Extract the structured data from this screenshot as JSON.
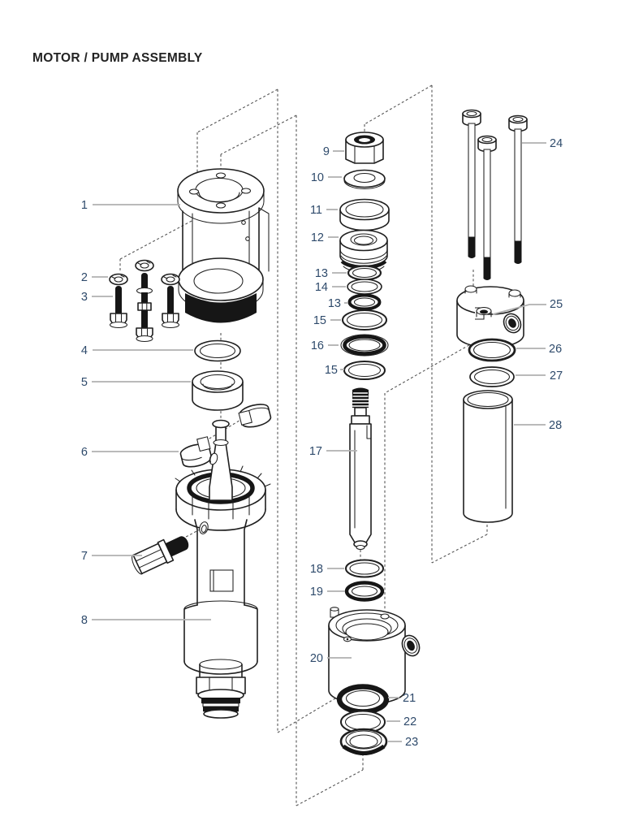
{
  "title": "MOTOR / PUMP ASSEMBLY",
  "figure": {
    "type": "exploded-parts-diagram",
    "callouts": [
      {
        "label": "1"
      },
      {
        "label": "2"
      },
      {
        "label": "3"
      },
      {
        "label": "4"
      },
      {
        "label": "5"
      },
      {
        "label": "6"
      },
      {
        "label": "7"
      },
      {
        "label": "8"
      },
      {
        "label": "9"
      },
      {
        "label": "10"
      },
      {
        "label": "11"
      },
      {
        "label": "12"
      },
      {
        "label": "13"
      },
      {
        "label": "14"
      },
      {
        "label": "13"
      },
      {
        "label": "15"
      },
      {
        "label": "16"
      },
      {
        "label": "15"
      },
      {
        "label": "17"
      },
      {
        "label": "18"
      },
      {
        "label": "19"
      },
      {
        "label": "20"
      },
      {
        "label": "21"
      },
      {
        "label": "22"
      },
      {
        "label": "23"
      },
      {
        "label": "24"
      },
      {
        "label": "25"
      },
      {
        "label": "26"
      },
      {
        "label": "27"
      },
      {
        "label": "28"
      }
    ]
  },
  "colors": {
    "label": "#2e4a6b",
    "leader": "#b0b0b0",
    "line": "#1f1f1f",
    "dash": "#565656",
    "background": "#ffffff"
  }
}
